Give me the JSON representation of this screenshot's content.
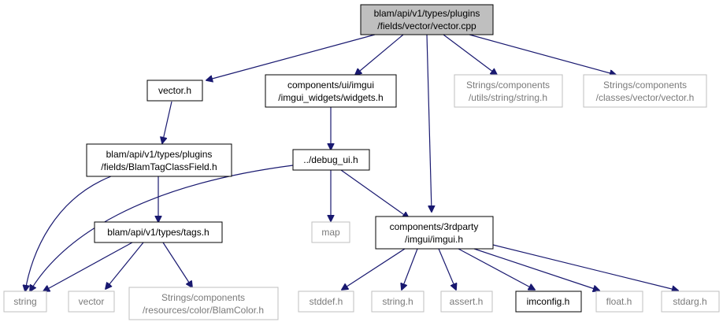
{
  "nodes": {
    "root": [
      "blam/api/v1/types/plugins",
      "/fields/vector/vector.cpp"
    ],
    "vector_h": [
      "vector.h"
    ],
    "widgets_h": [
      "components/ui/imgui",
      "/imgui_widgets/widgets.h"
    ],
    "string_h_comp": [
      "Strings/components",
      "/utils/string/string.h"
    ],
    "vector_h_comp": [
      "Strings/components",
      "/classes/vector/vector.h"
    ],
    "blamtag_h": [
      "blam/api/v1/types/plugins",
      "/fields/BlamTagClassField.h"
    ],
    "debug_ui_h": [
      "../debug_ui.h"
    ],
    "tags_h": [
      "blam/api/v1/types/tags.h"
    ],
    "map": [
      "map"
    ],
    "imgui_h": [
      "components/3rdparty",
      "/imgui/imgui.h"
    ],
    "string": [
      "string"
    ],
    "vector": [
      "vector"
    ],
    "blamcolor_h": [
      "Strings/components",
      "/resources/color/BlamColor.h"
    ],
    "stddef_h": [
      "stddef.h"
    ],
    "string_h": [
      "string.h"
    ],
    "assert_h": [
      "assert.h"
    ],
    "imconfig_h": [
      "imconfig.h"
    ],
    "float_h": [
      "float.h"
    ],
    "stdarg_h": [
      "stdarg.h"
    ]
  },
  "colors": {
    "edge": "#191970",
    "root_fill": "#bfbfbf",
    "external_border": "#bfbfbf",
    "external_text": "#7a7a7a"
  }
}
